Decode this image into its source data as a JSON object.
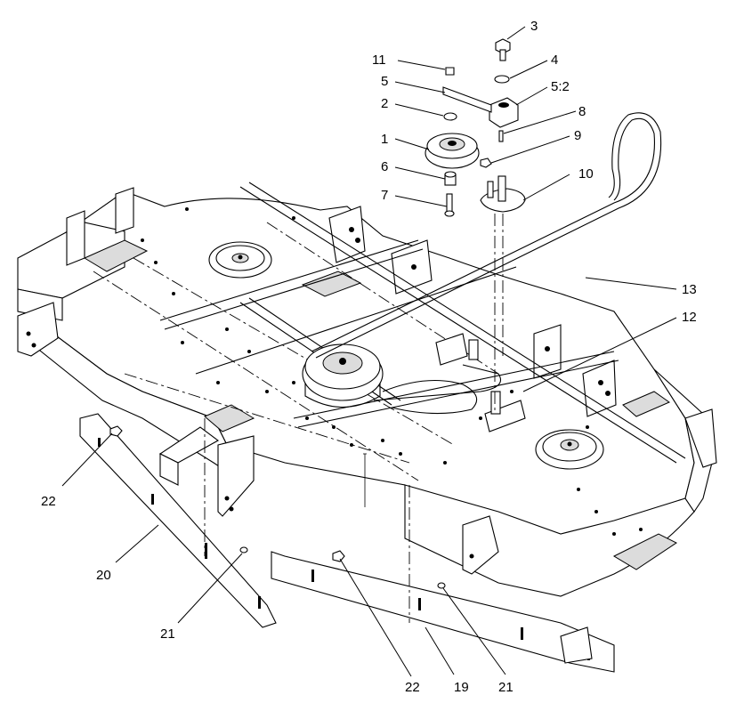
{
  "callouts": {
    "c3": "3",
    "c4": "4",
    "c11": "11",
    "c5": "5",
    "c5_2": "5:2",
    "c2": "2",
    "c8": "8",
    "c1": "1",
    "c9": "9",
    "c6": "6",
    "c10": "10",
    "c7": "7",
    "c13": "13",
    "c12": "12",
    "c22_left": "22",
    "c20": "20",
    "c21_left": "21",
    "c22_bottom": "22",
    "c19": "19",
    "c21_bottom": "21"
  },
  "parts": {
    "idler_pulley": "pulley",
    "belt": "belt",
    "mower_deck": "deck",
    "left_baffle": "baffle",
    "front_baffle": "baffle"
  }
}
